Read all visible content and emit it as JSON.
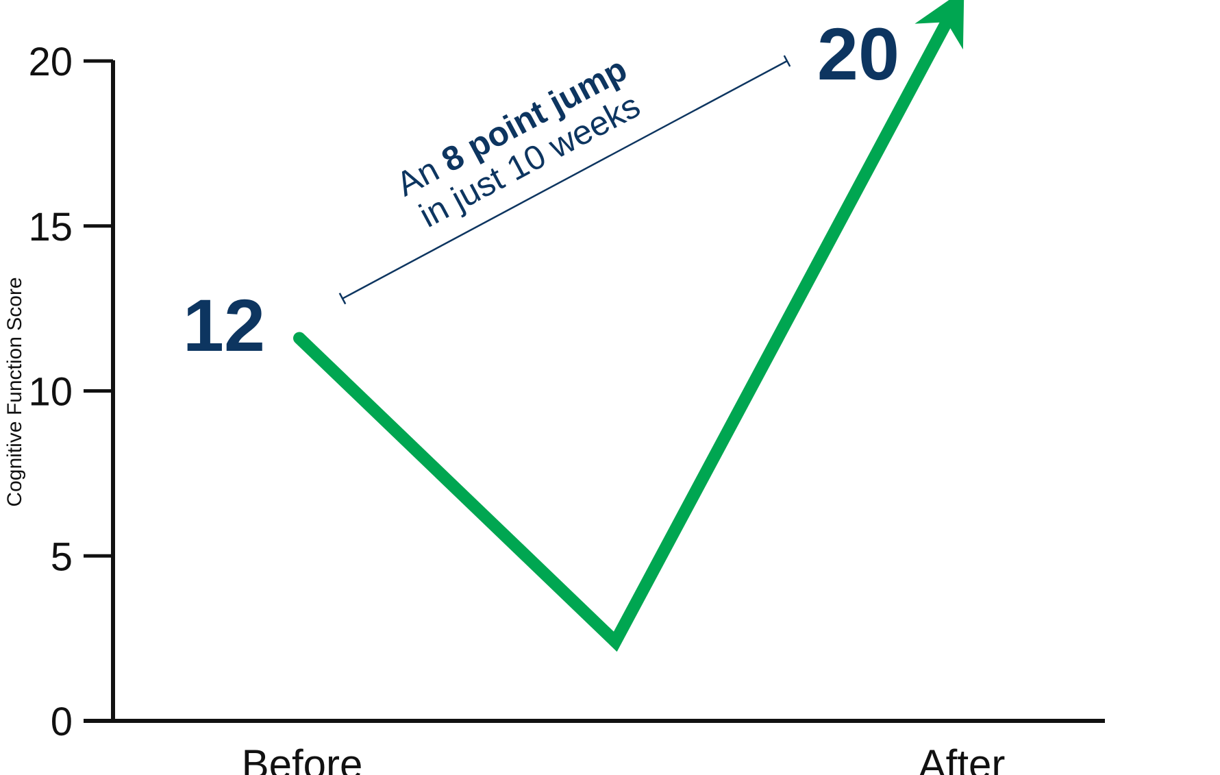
{
  "chart_data": {
    "type": "line",
    "categories": [
      "Before",
      "After"
    ],
    "ylabel": "Cognitive Function Score",
    "xlabel": "",
    "title": "",
    "ylim": [
      0,
      20
    ],
    "yticks": [
      0,
      5,
      10,
      15,
      20
    ],
    "grid": false,
    "series": [
      {
        "values": [
          12,
          20
        ],
        "color": "#00a651"
      }
    ],
    "path_points": [
      {
        "x": 0.0,
        "y": 11.6
      },
      {
        "x": 0.48,
        "y": 2.4
      },
      {
        "x": 1.0,
        "y": 21.8
      }
    ],
    "value_labels": [
      "12",
      "20"
    ],
    "annotation": {
      "line1_prefix": "An ",
      "line1_bold": "8 point jump",
      "line2": "in just 10 weeks",
      "from": 12.8,
      "to": 20
    },
    "colors": {
      "line": "#00a651",
      "label": "#0d3560",
      "axis": "#111111"
    }
  }
}
